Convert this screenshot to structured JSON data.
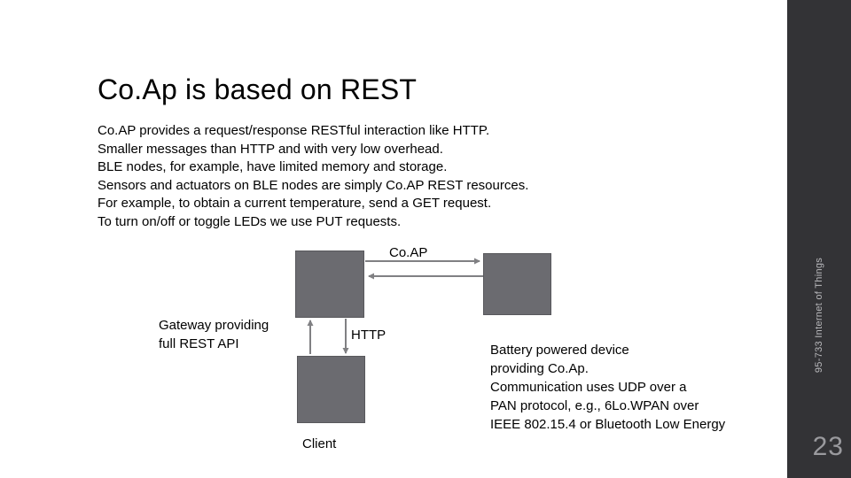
{
  "slide": {
    "title": "Co.Ap is based on REST",
    "body_lines": [
      "Co.AP provides a request/response RESTful interaction like HTTP.",
      "Smaller messages than HTTP and with very low overhead.",
      "BLE nodes, for example, have limited memory and storage.",
      "Sensors and actuators on BLE nodes are simply Co.AP REST resources.",
      "For example, to obtain a current temperature, send a GET request.",
      "To turn on/off or toggle LEDs we use PUT requests."
    ]
  },
  "diagram": {
    "protocol_top_label": "Co.AP",
    "protocol_bottom_label": "HTTP",
    "client_label": "Client",
    "gateway_label_lines": [
      "Gateway providing",
      "full REST API"
    ],
    "device_label_lines": [
      "Battery powered device",
      "providing Co.Ap.",
      "Communication uses UDP over a",
      "PAN protocol, e.g., 6Lo.WPAN over",
      "IEEE 802.15.4 or Bluetooth Low Energy"
    ],
    "box_fill_color": "#6b6b70",
    "arrow_color": "#808083"
  },
  "sidebar": {
    "course_label": "95-733 Internet of Things",
    "page_number": "23",
    "background_color": "#333336"
  }
}
